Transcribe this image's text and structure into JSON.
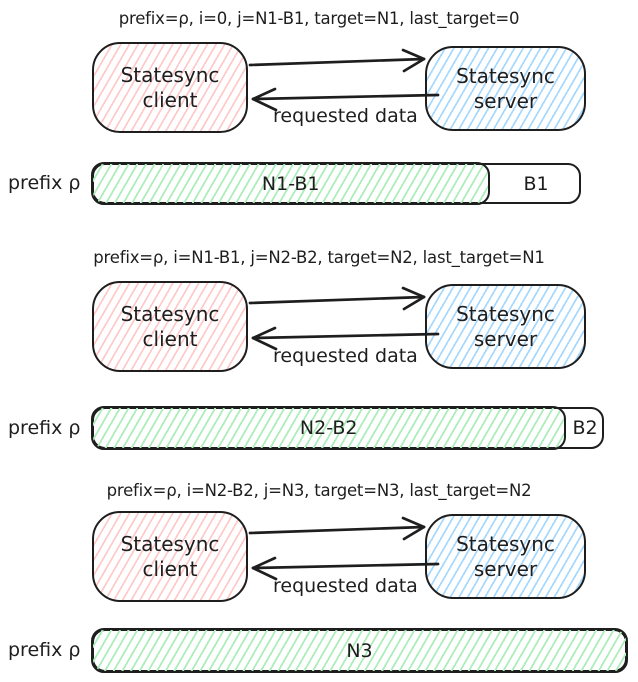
{
  "colors": {
    "ink": "#1e1e1e",
    "client_hatch": "#ffc9c9",
    "server_hatch": "#a5d8ff",
    "synced_hatch": "#aceebb",
    "background": "#ffffff"
  },
  "sections": [
    {
      "header": "prefix=ρ, i=0, j=N1-B1, target=N1, last_target=0",
      "client": {
        "line1": "Statesync",
        "line2": "client"
      },
      "server": {
        "line1": "Statesync",
        "line2": "server"
      },
      "response_arrow_label": "requested data",
      "bar": {
        "prefix_label": "prefix ρ",
        "synced_label": "N1-B1",
        "remaining_label": "B1"
      }
    },
    {
      "header": "prefix=ρ, i=N1-B1, j=N2-B2, target=N2, last_target=N1",
      "client": {
        "line1": "Statesync",
        "line2": "client"
      },
      "server": {
        "line1": "Statesync",
        "line2": "server"
      },
      "response_arrow_label": "requested data",
      "bar": {
        "prefix_label": "prefix ρ",
        "synced_label": "N2-B2",
        "remaining_label": "B2"
      }
    },
    {
      "header": "prefix=ρ, i=N2-B2, j=N3, target=N3, last_target=N2",
      "client": {
        "line1": "Statesync",
        "line2": "client"
      },
      "server": {
        "line1": "Statesync",
        "line2": "server"
      },
      "response_arrow_label": "requested data",
      "bar": {
        "prefix_label": "prefix ρ",
        "synced_label": "N3",
        "remaining_label": ""
      }
    }
  ]
}
